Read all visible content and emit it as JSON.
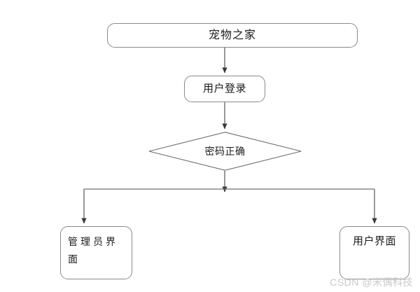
{
  "diagram": {
    "type": "flowchart",
    "background_color": "#ffffff",
    "stroke_color": "#8a8a8a",
    "text_color": "#1b1b1b",
    "nodes": {
      "root": {
        "label": "宠物之家",
        "shape": "rounded-rectangle"
      },
      "login": {
        "label": "用户登录",
        "shape": "rounded-rectangle"
      },
      "decision": {
        "label": "密码正确",
        "shape": "diamond"
      },
      "admin": {
        "label": "管理员界面",
        "shape": "rounded-rectangle"
      },
      "user": {
        "label": "用户界面",
        "shape": "rounded-rectangle"
      }
    }
  },
  "watermark": {
    "text": "CSDN @米偶科技",
    "color": "#c9c9c9"
  }
}
